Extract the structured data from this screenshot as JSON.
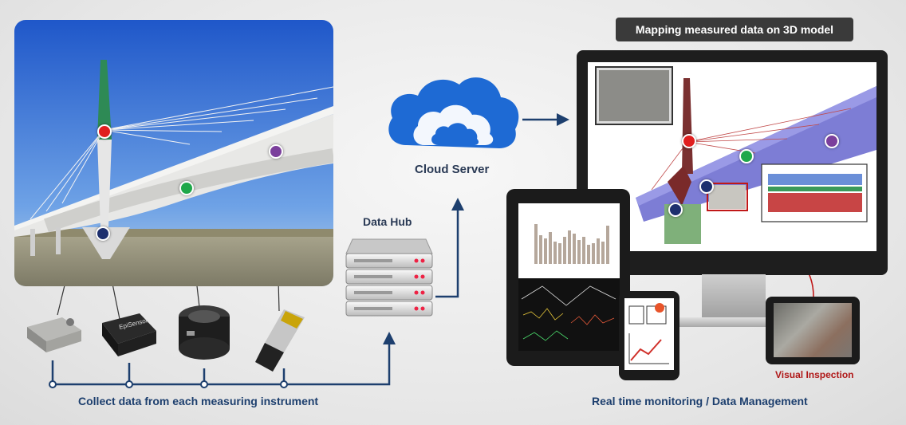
{
  "labels": {
    "badge": "Mapping measured data on 3D model",
    "cloud": "Cloud Server",
    "hub": "Data Hub",
    "collect": "Collect data from each measuring instrument",
    "monitoring": "Real time monitoring / Data Management",
    "visual": "Visual Inspection"
  },
  "sensor_text": "EpiSensor",
  "colors": {
    "navy": "#1d3f6e",
    "red_marker": "#e01f1f",
    "green_marker": "#1fa84a",
    "purple_marker": "#7b3f9c",
    "blue_marker": "#1d2f6e",
    "cloud_blue": "#1565c0",
    "visual_red": "#b01818"
  },
  "icons": [
    "cloud-icon",
    "server-rack-icon",
    "location-pin-icon",
    "trend-chart-icon"
  ]
}
